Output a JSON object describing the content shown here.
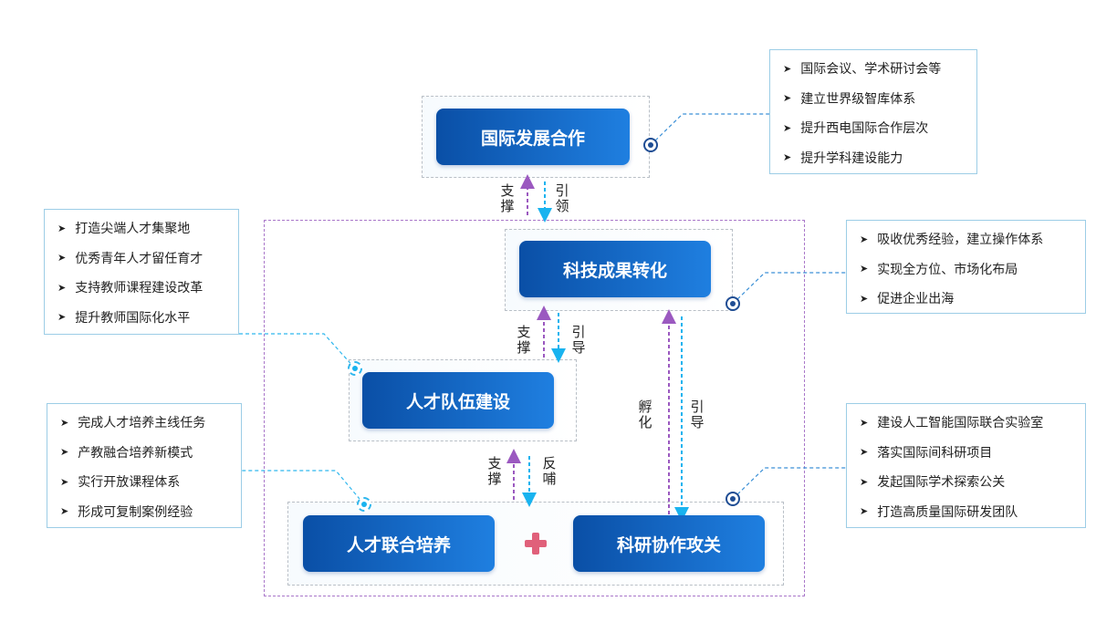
{
  "nodes": {
    "intl_dev": "国际发展合作",
    "tech_transfer": "科技成果转化",
    "talent_team": "人才队伍建设",
    "joint_training": "人才联合培养",
    "research": "科研协作攻关"
  },
  "relations": {
    "support_1": "支撑",
    "lead_1": "引领",
    "support_2": "支撑",
    "guide_2": "引导",
    "incubate": "孵化",
    "guide_3": "引导",
    "support_3": "支撑",
    "feedback": "反哺"
  },
  "panels": {
    "intl": [
      "国际会议、学术研讨会等",
      "建立世界级智库体系",
      "提升西电国际合作层次",
      "提升学科建设能力"
    ],
    "talent": [
      "打造尖端人才集聚地",
      "优秀青年人才留任育才",
      "支持教师课程建设改革",
      "提升教师国际化水平"
    ],
    "tech": [
      "吸收优秀经验，建立操作体系",
      "实现全方位、市场化布局",
      "促进企业出海"
    ],
    "training": [
      "完成人才培养主线任务",
      "产教融合培养新模式",
      "实行开放课程体系",
      "形成可复制案例经验"
    ],
    "research": [
      "建设人工智能国际联合实验室",
      "落实国际间科研项目",
      "发起国际学术探索公关",
      "打造高质量国际研发团队"
    ]
  },
  "icons": {
    "bullet": "arrowhead-bullet-icon",
    "plus": "plus-icon",
    "connector": "connector-dot-icon"
  },
  "colors": {
    "node_start": "#0a4fa6",
    "node_end": "#1f7fe0",
    "purple": "#9b59c0",
    "cyan": "#19b3ef",
    "plus": "#e0607a"
  }
}
